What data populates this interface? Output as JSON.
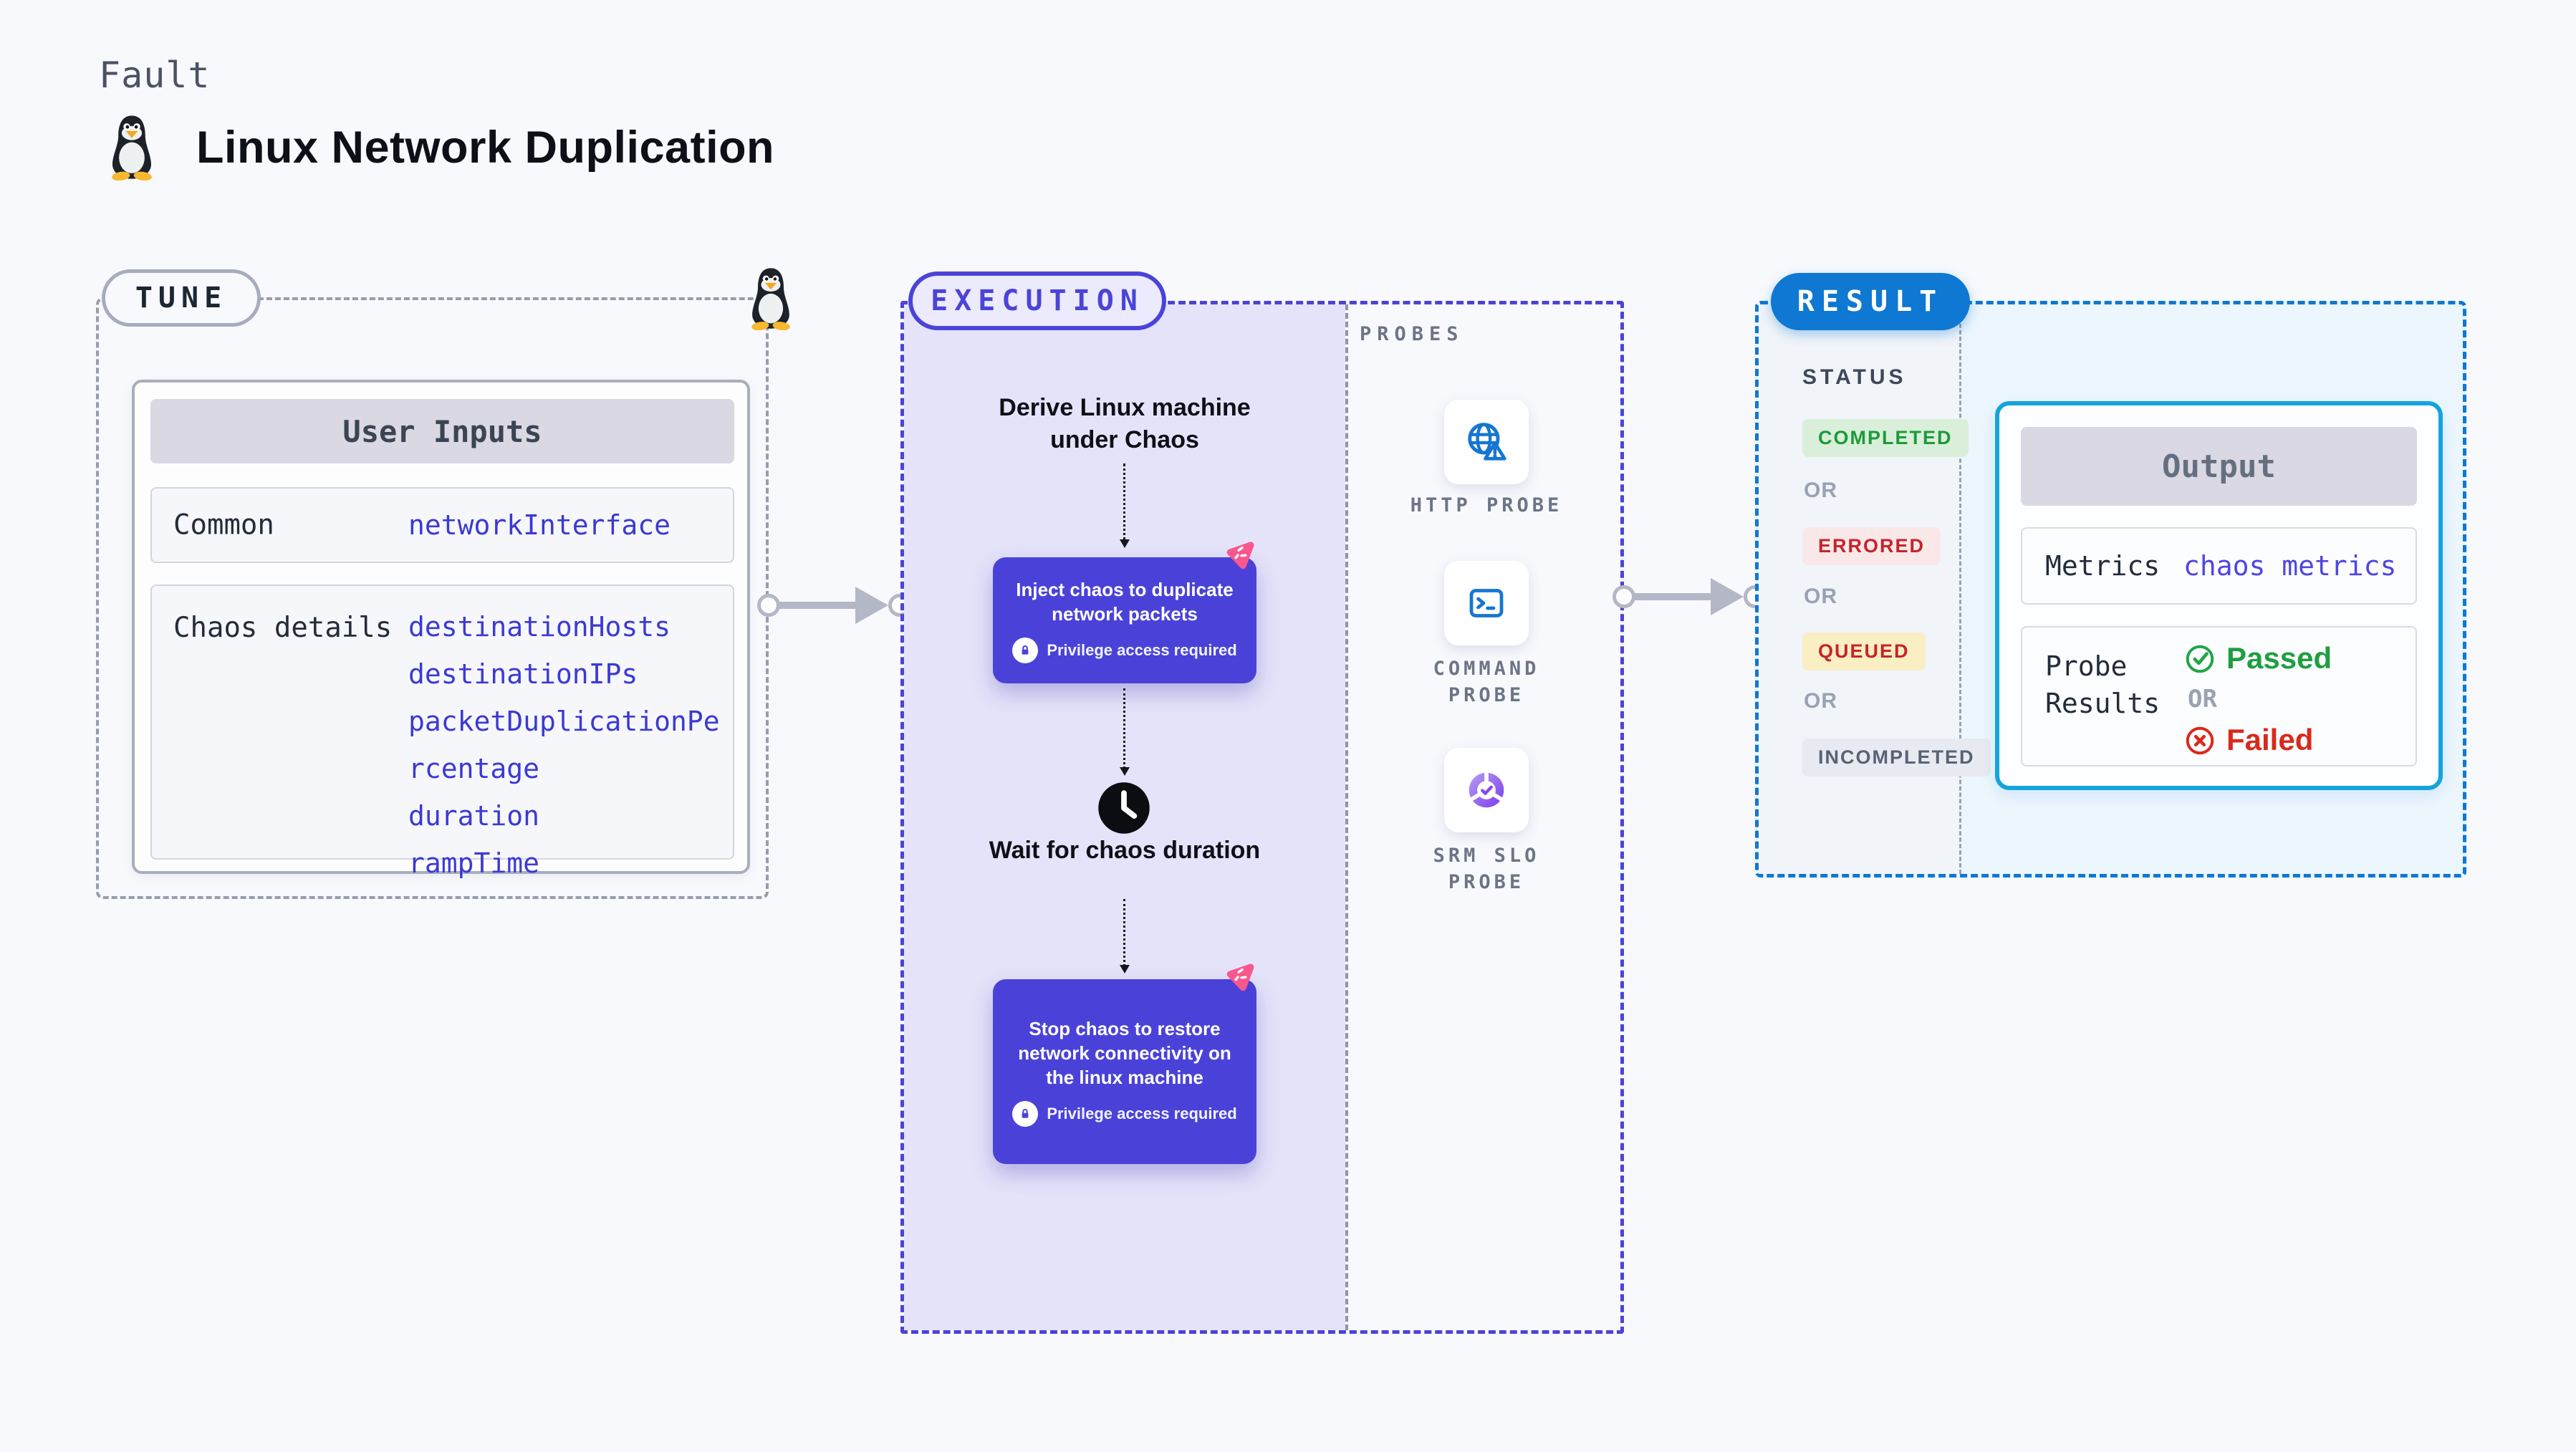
{
  "page": {
    "kicker": "Fault",
    "title": "Linux Network Duplication"
  },
  "tune": {
    "badge": "TUNE",
    "table_title": "User Inputs",
    "rows": [
      {
        "label": "Common",
        "values": [
          "networkInterface"
        ]
      },
      {
        "label": "Chaos details",
        "values": [
          "destinationHosts",
          "destinationIPs",
          "packetDuplicationPercentage",
          "duration",
          "rampTime"
        ]
      }
    ]
  },
  "execution": {
    "badge": "EXECUTION",
    "steps": {
      "derive": "Derive Linux machine under Chaos",
      "inject": "Inject chaos to duplicate network packets",
      "wait": "Wait for chaos duration",
      "stop": "Stop chaos to restore network connectivity on the linux machine",
      "privilege_note": "Privilege access required"
    }
  },
  "probes": {
    "heading": "PROBES",
    "items": [
      {
        "label": "HTTP PROBE",
        "icon": "globe-alert-icon"
      },
      {
        "label": "COMMAND PROBE",
        "icon": "terminal-icon"
      },
      {
        "label": "SRM SLO PROBE",
        "icon": "slo-donut-check-icon"
      }
    ]
  },
  "result": {
    "badge": "RESULT",
    "status_heading": "STATUS",
    "or_label": "OR",
    "statuses": [
      {
        "label": "COMPLETED",
        "bg": "#d9efda",
        "color": "#1d9a3c"
      },
      {
        "label": "ERRORED",
        "bg": "#fae8e8",
        "color": "#c6232b"
      },
      {
        "label": "QUEUED",
        "bg": "#faeec3",
        "color": "#c6232b"
      },
      {
        "label": "INCOMPLETED",
        "bg": "#e8eaf1",
        "color": "#596274"
      }
    ],
    "output": {
      "title": "Output",
      "metrics_label": "Metrics",
      "metrics_value": "chaos metrics",
      "probe_results_label": "Probe Results",
      "passed": "Passed",
      "failed": "Failed"
    }
  },
  "colors": {
    "page_bg": "#f8f9fd",
    "execution_accent": "#4b43d9",
    "execution_zone_bg": "#e5e3f9",
    "flow_box_bg": "#4a42d8",
    "chaos_pink": "#f9578d",
    "result_accent": "#0e78d3",
    "output_border": "#14a4dc",
    "probe_icon_blue": "#1576d2",
    "link_indigo": "#3c39d4",
    "passed_green": "#1f9e41",
    "failed_red": "#da291c",
    "connector_gray": "#b3b7c6"
  }
}
